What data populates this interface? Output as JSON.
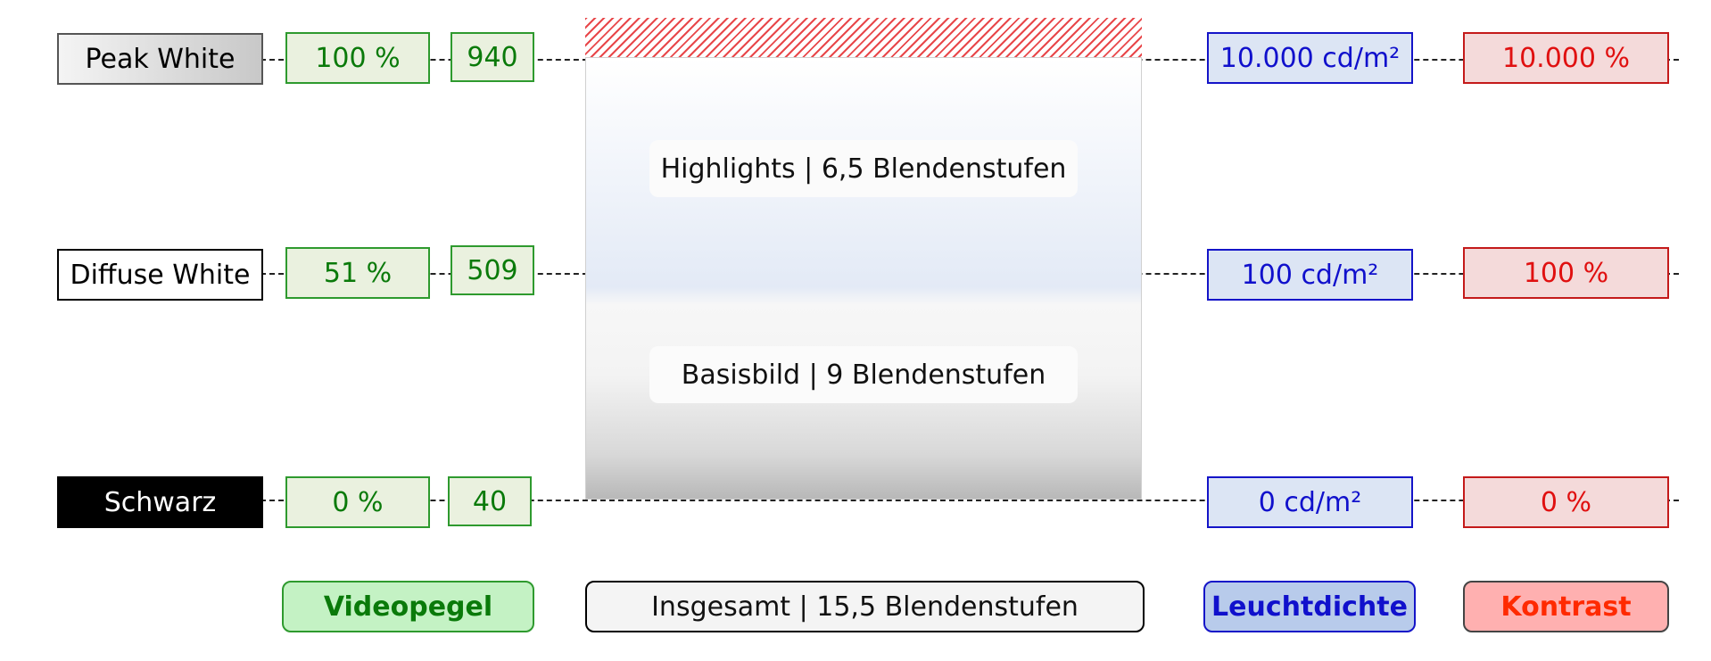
{
  "rows": {
    "peak": {
      "label": "Peak White",
      "percent": "100 %",
      "code": "940",
      "luminance": "10.000 cd/m²",
      "contrast": "10.000 %"
    },
    "diffuse": {
      "label": "Diffuse White",
      "percent": "51 %",
      "code": "509",
      "luminance": "100 cd/m²",
      "contrast": "100 %"
    },
    "black": {
      "label": "Schwarz",
      "percent": "0 %",
      "code": "40",
      "luminance": "0 cd/m²",
      "contrast": "0 %"
    }
  },
  "segments": {
    "highlights": "Highlights | 6,5 Blendenstufen",
    "base": "Basisbild | 9 Blendenstufen"
  },
  "footer": {
    "video_level": "Videopegel",
    "total": "Insgesamt | 15,5 Blendenstufen",
    "luminance": "Leuchtdichte",
    "contrast": "Kontrast"
  },
  "colors": {
    "video_level": "#0a7a0a",
    "luminance": "#1010cc",
    "contrast": "#e01010"
  }
}
